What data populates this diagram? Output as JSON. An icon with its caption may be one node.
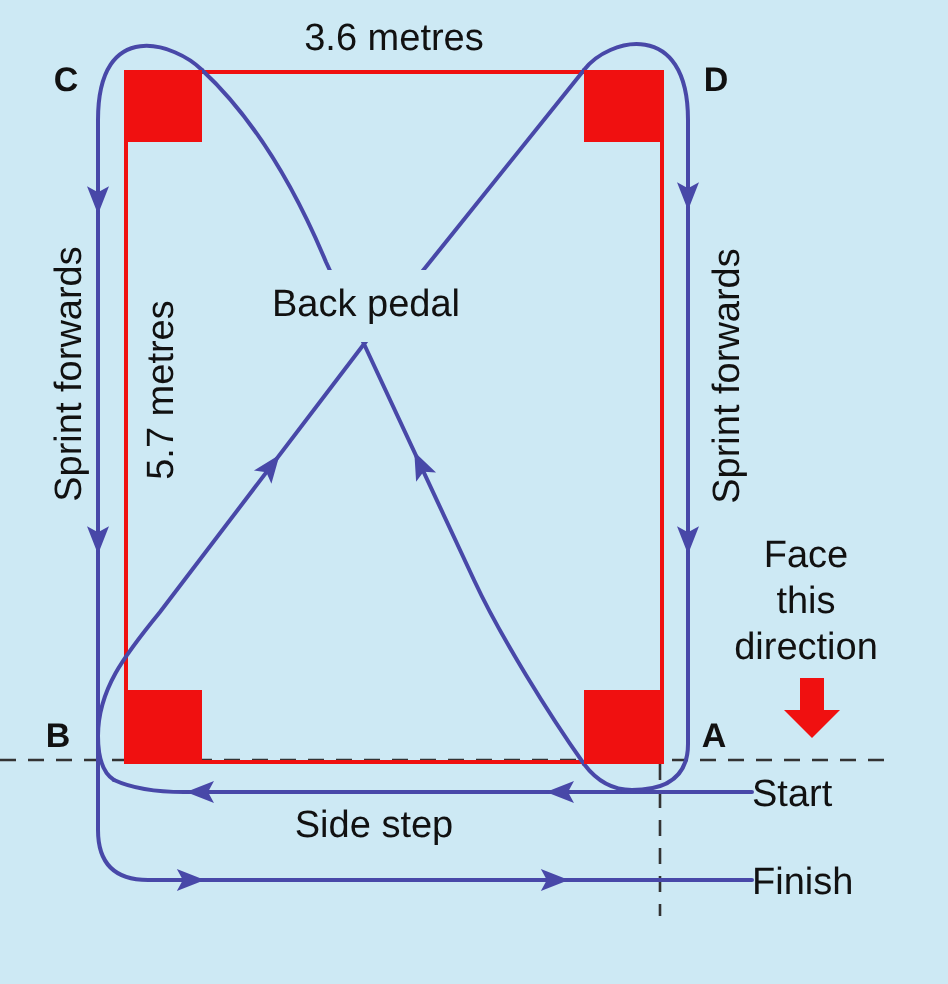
{
  "diagram": {
    "nodes": [
      {
        "text": [
          "C"
        ]
      },
      {
        "text": [
          "D"
        ]
      },
      {
        "text": [
          "B"
        ]
      },
      {
        "text": [
          "A"
        ]
      },
      {
        "text": [
          "Start"
        ]
      },
      {
        "text": [
          "Finish"
        ]
      }
    ],
    "edges": [
      {
        "from": 4,
        "to": 2,
        "arrow": "to",
        "label": "Side step"
      },
      {
        "from": 2,
        "to": 1,
        "arrow": "to"
      },
      {
        "from": 1,
        "to": 3,
        "arrow": "to",
        "label": "Sprint forwards"
      },
      {
        "from": 3,
        "to": 0,
        "arrow": "to"
      },
      {
        "from": 0,
        "to": 2,
        "arrow": "to",
        "label": "Sprint forwards"
      },
      {
        "from": 2,
        "to": 5,
        "arrow": "to"
      }
    ],
    "labels": [
      "3.6 metres",
      "Back pedal",
      "5.7 metres",
      "Face this direction"
    ]
  }
}
